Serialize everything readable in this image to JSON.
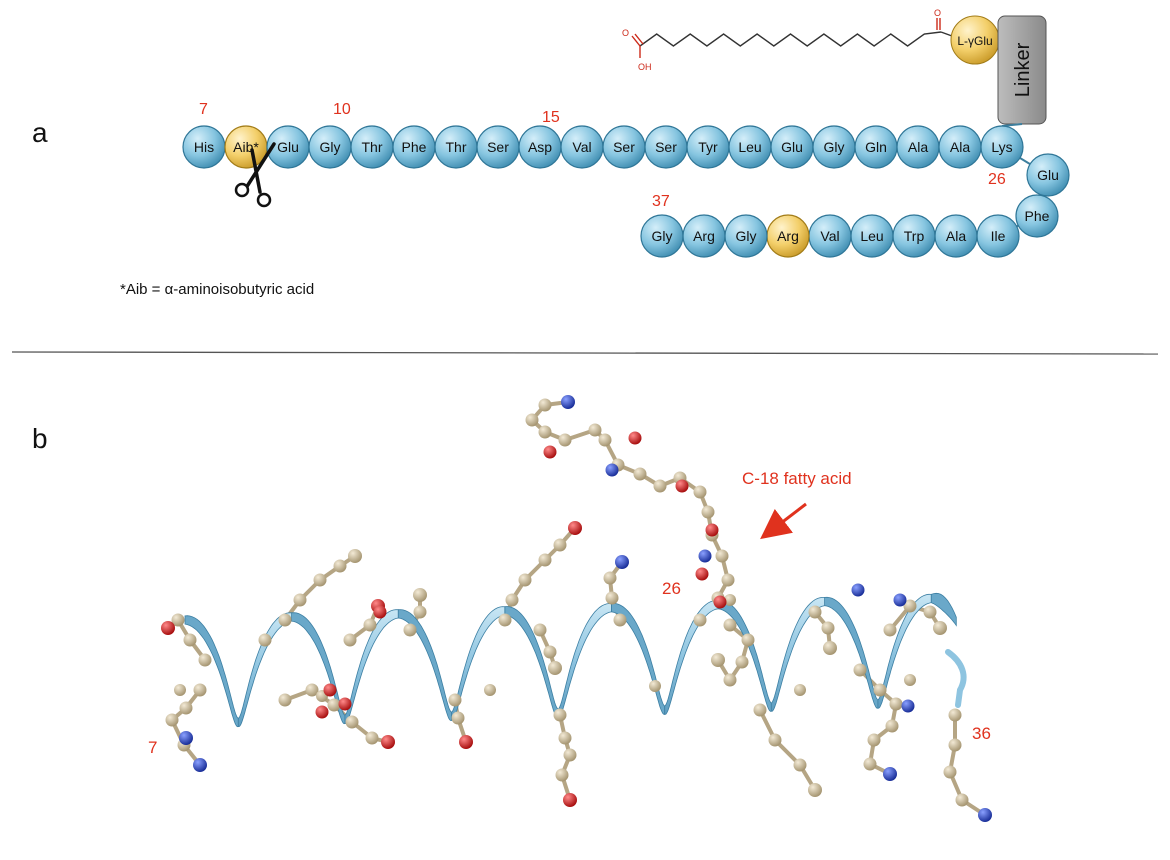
{
  "panel_a": {
    "label": "a",
    "top_row": [
      "His",
      "Aib*",
      "Glu",
      "Gly",
      "Thr",
      "Phe",
      "Thr",
      "Ser",
      "Asp",
      "Val",
      "Ser",
      "Ser",
      "Tyr",
      "Leu",
      "Glu",
      "Gly",
      "Gln",
      "Ala",
      "Ala",
      "Lys"
    ],
    "turn": [
      "Glu",
      "Phe"
    ],
    "bottom_row": [
      "Gly",
      "Arg",
      "Gly",
      "Arg",
      "Val",
      "Leu",
      "Trp",
      "Ala",
      "Ile"
    ],
    "highlighted_top": [
      1
    ],
    "highlighted_bottom": [
      3
    ],
    "position_numbers": {
      "p7": "7",
      "p10": "10",
      "p15": "15",
      "p26": "26",
      "p37": "37"
    },
    "gamma_glu_label": "L-γGlu",
    "linker_label": "Linker",
    "acid_oxygen_label": "O",
    "acid_hydroxyl_label": "OH",
    "keto_oxygen_label": "O",
    "footnote": "*Aib = α-aminoisobutyric acid",
    "colors": {
      "residue": "#7fc3de",
      "residue_dark": "#3d8fb3",
      "residue_highlight": "#f3cf6a",
      "position_number": "#e0321e",
      "linker": "#9e9e9e"
    }
  },
  "panel_b": {
    "label": "b",
    "fatty_acid_label": "C-18 fatty acid",
    "pos_7": "7",
    "pos_26": "26",
    "pos_36": "36",
    "colors": {
      "helix": "#8ec4e0",
      "carbon": "#c2b38f",
      "oxygen": "#cc1f1f",
      "nitrogen": "#2244bb",
      "annotation": "#e0321e"
    }
  }
}
